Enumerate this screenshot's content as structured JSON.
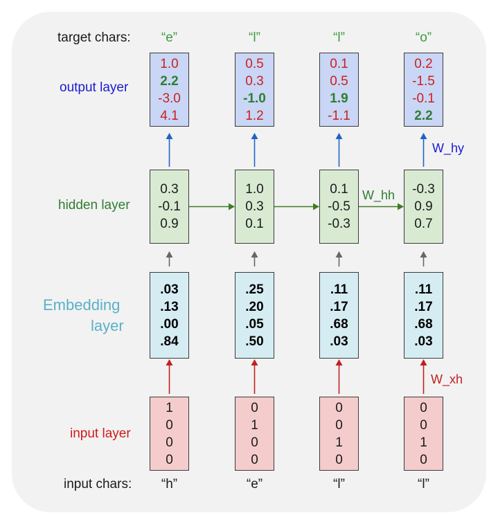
{
  "labels": {
    "target_chars": "target chars:",
    "input_chars": "input chars:",
    "output_layer": "output layer",
    "hidden_layer": "hidden layer",
    "embedding_layer_1": "Embedding",
    "embedding_layer_2": "layer",
    "input_layer": "input layer",
    "w_hy": "W_hy",
    "w_hh": "W_hh",
    "w_xh": "W_xh"
  },
  "colors": {
    "output_label": "#1a1ad0",
    "hidden_label": "#2e7d32",
    "embedding_label": "#5ab0c8",
    "input_label": "#d01a1a",
    "target_chars": "#3c9a3c",
    "output_fill": "#c9d6f5",
    "hidden_fill": "#d9ead3",
    "embedding_fill": "#d6ecf3",
    "input_fill": "#f4cccc",
    "output_arrow": "#1f63c6",
    "hidden_arrow": "#3f7d20",
    "embedding_arrow": "#666666",
    "input_arrow": "#c0201f"
  },
  "target_chars": [
    "“e”",
    "“l”",
    "“l”",
    "“o”"
  ],
  "input_chars": [
    "“h”",
    "“e”",
    "“l”",
    "“l”"
  ],
  "output": [
    [
      "1.0",
      "2.2",
      "-3.0",
      "4.1"
    ],
    [
      "0.5",
      "0.3",
      "-1.0",
      "1.2"
    ],
    [
      "0.1",
      "0.5",
      "1.9",
      "-1.1"
    ],
    [
      "0.2",
      "-1.5",
      "-0.1",
      "2.2"
    ]
  ],
  "output_highlight_index": [
    1,
    2,
    2,
    3
  ],
  "hidden": [
    [
      "0.3",
      "-0.1",
      "0.9"
    ],
    [
      "1.0",
      "0.3",
      "0.1"
    ],
    [
      "0.1",
      "-0.5",
      "-0.3"
    ],
    [
      "-0.3",
      "0.9",
      "0.7"
    ]
  ],
  "embedding": [
    [
      ".03",
      ".13",
      ".00",
      ".84"
    ],
    [
      ".25",
      ".20",
      ".05",
      ".50"
    ],
    [
      ".11",
      ".17",
      ".68",
      ".03"
    ],
    [
      ".11",
      ".17",
      ".68",
      ".03"
    ]
  ],
  "input": [
    [
      "1",
      "0",
      "0",
      "0"
    ],
    [
      "0",
      "1",
      "0",
      "0"
    ],
    [
      "0",
      "0",
      "1",
      "0"
    ],
    [
      "0",
      "0",
      "1",
      "0"
    ]
  ]
}
